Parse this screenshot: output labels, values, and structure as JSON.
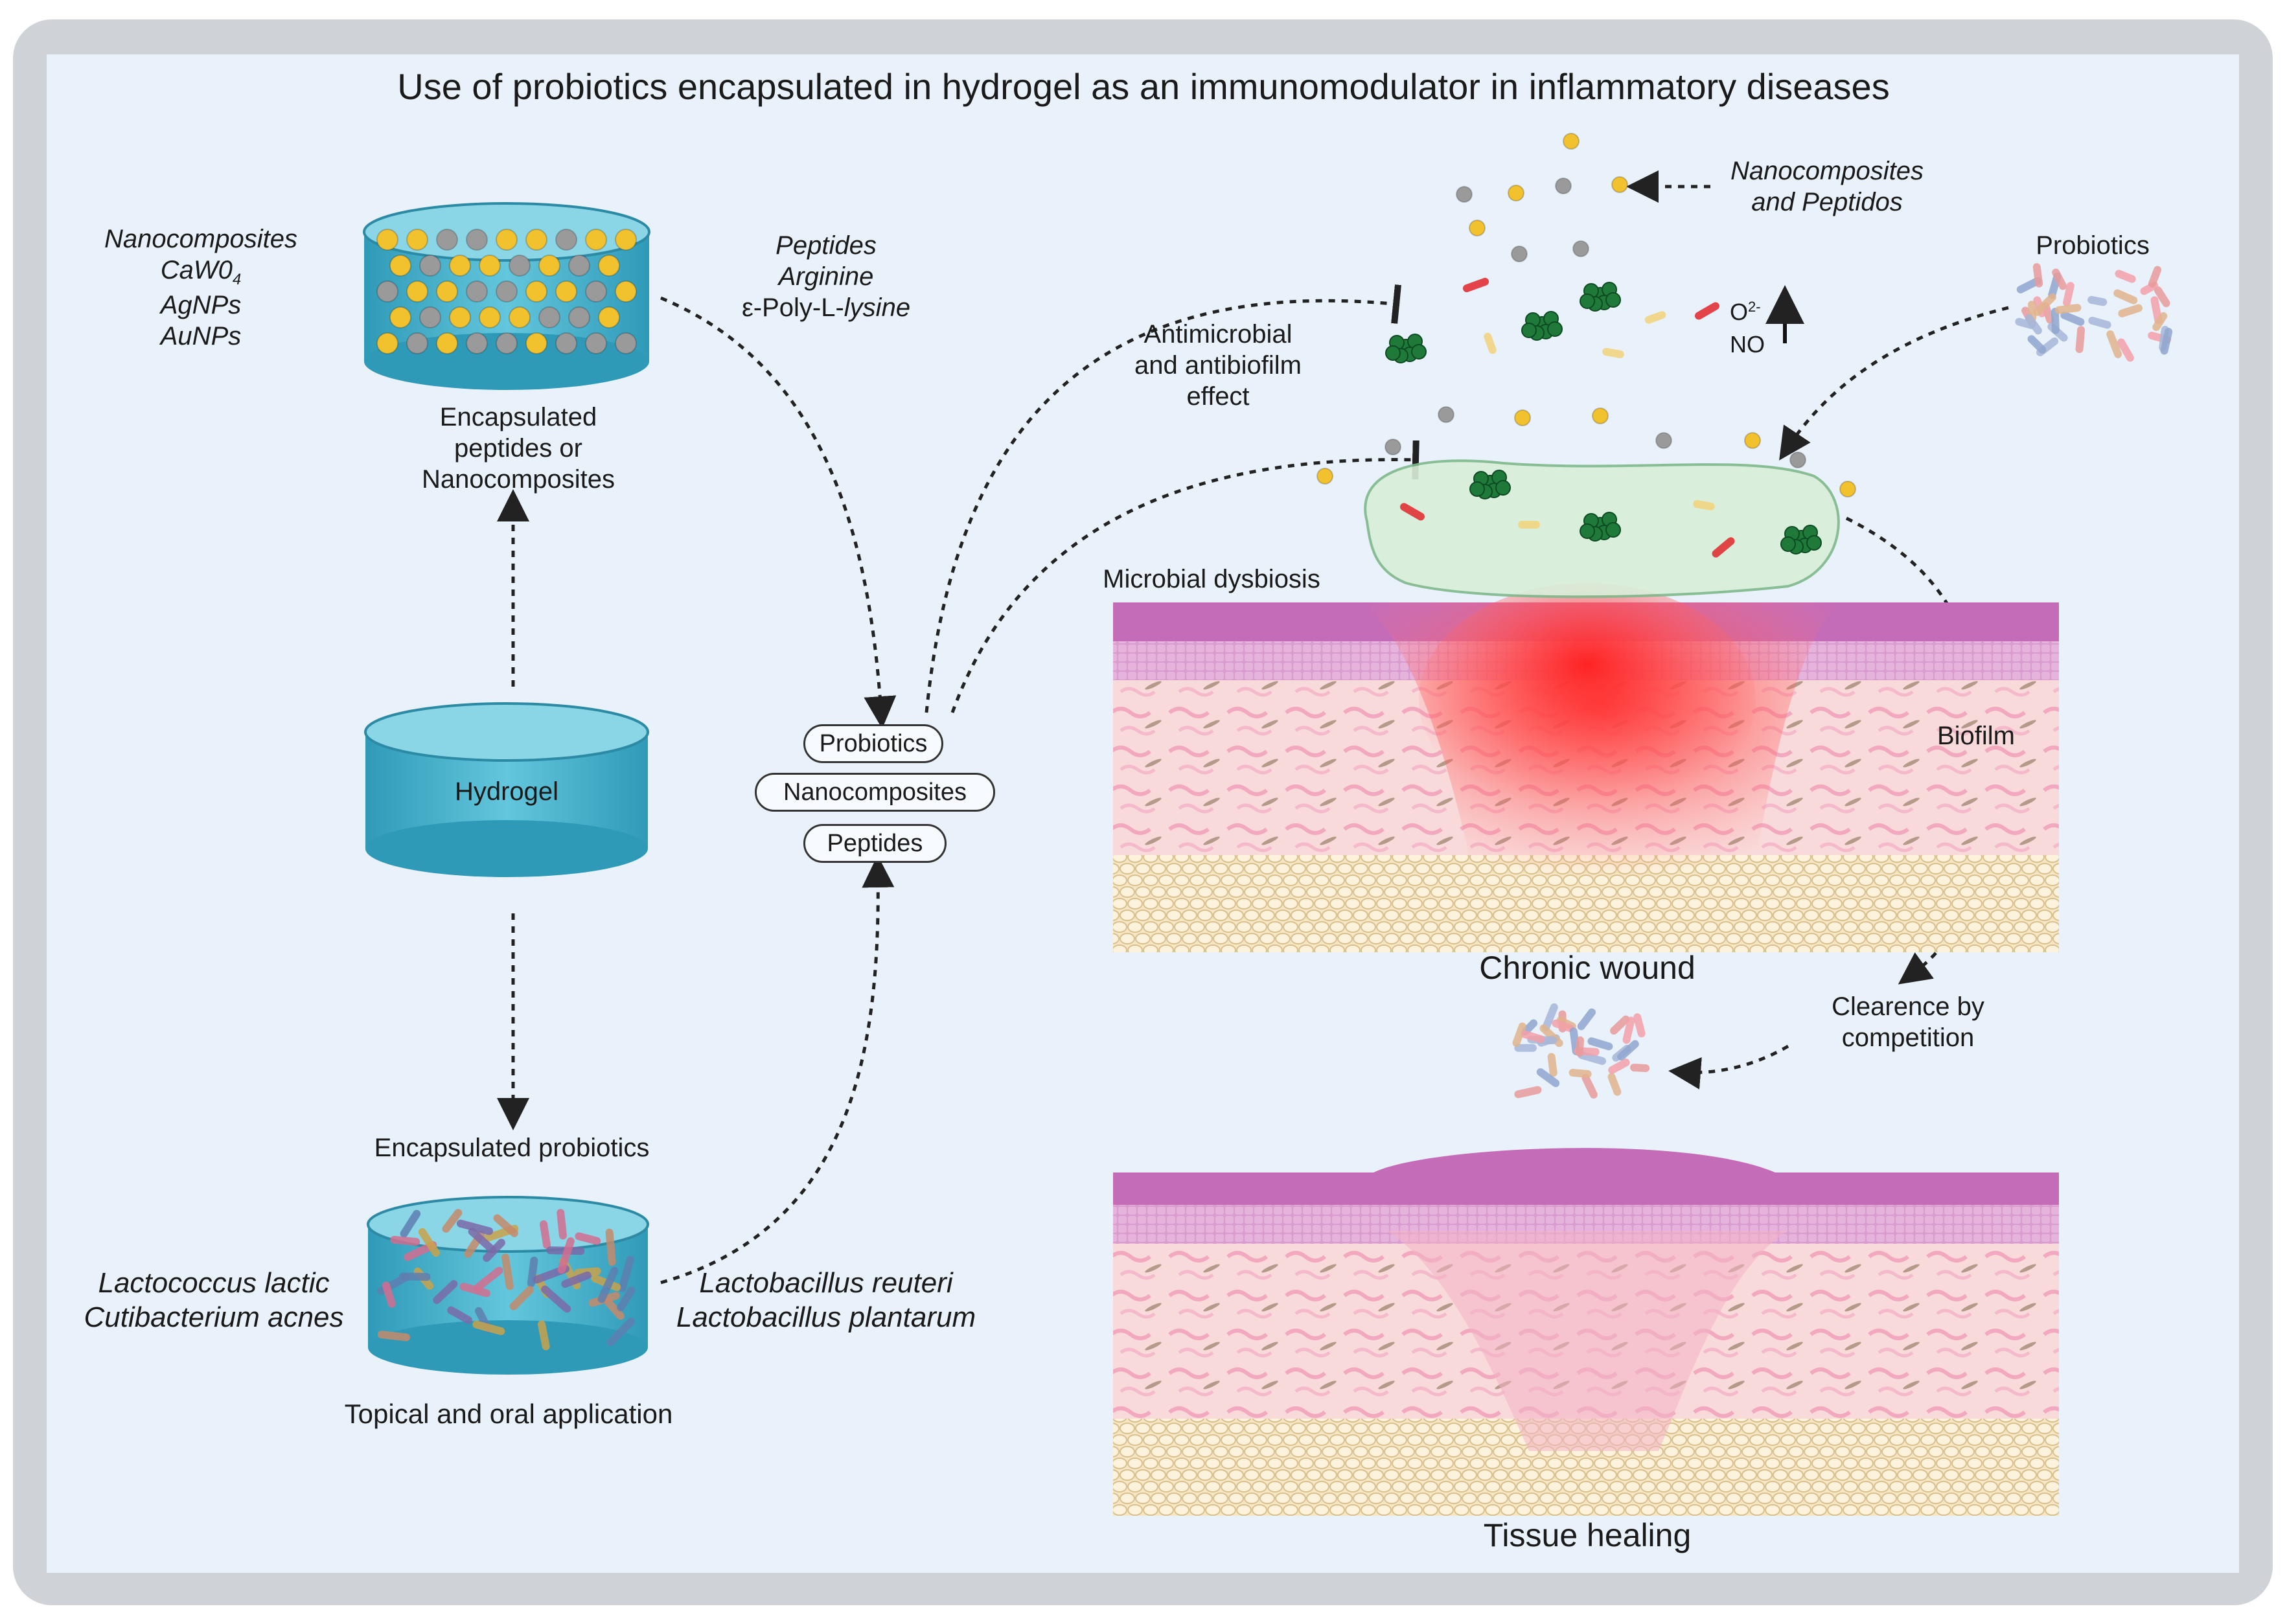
{
  "title": "Use of probiotics encapsulated in hydrogel as an immunomodulator in inflammatory diseases",
  "left": {
    "nanocomposites_list": [
      "Nanocomposites",
      "CaW0",
      "AgNPs",
      "AuNPs"
    ],
    "cawo_subscript": "4",
    "encapsulated_peptides_label": [
      "Encapsulated",
      "peptides or",
      "Nanocomposites"
    ],
    "hydrogel_label": "Hydrogel",
    "encapsulated_probiotics_label": "Encapsulated probiotics",
    "strains_left": [
      "Lactococcus lactic",
      "Cutibacterium acnes"
    ],
    "strains_right": [
      "Lactobacillus reuteri",
      "Lactobacillus plantarum"
    ],
    "application_label": "Topical and oral application"
  },
  "middle": {
    "peptides_list": [
      "Peptides",
      "Arginine",
      "ε-Poly-L-",
      "lysine"
    ],
    "pills": [
      "Probiotics",
      "Nanocomposites",
      "Peptides"
    ]
  },
  "right": {
    "nano_peptidos_label": [
      "Nanocomposites",
      "and Peptidos"
    ],
    "probiotics_label": "Probiotics",
    "antimicrobial_label": [
      "Antimicrobial",
      "and antibiofilm",
      "effect"
    ],
    "o2_label": "O",
    "o2_superscript": "2-",
    "no_label": "NO",
    "dysbiosis_label": "Microbial dysbiosis",
    "biofilm_label": "Biofilm",
    "chronic_wound_label": "Chronic wound",
    "clearance_label": [
      "Clearence by",
      "competition"
    ],
    "tissue_healing_label": "Tissue healing"
  },
  "colors": {
    "panel_bg": "#e9f2fb",
    "frame": "#cfd3d7",
    "hydrogel": "#4fb7cf",
    "gold_particle": "#f2c12e",
    "grey_particle": "#9a9a9a",
    "inflammation": "#ff3a3a",
    "biofilm_bacteria": "#1f7a3a"
  }
}
